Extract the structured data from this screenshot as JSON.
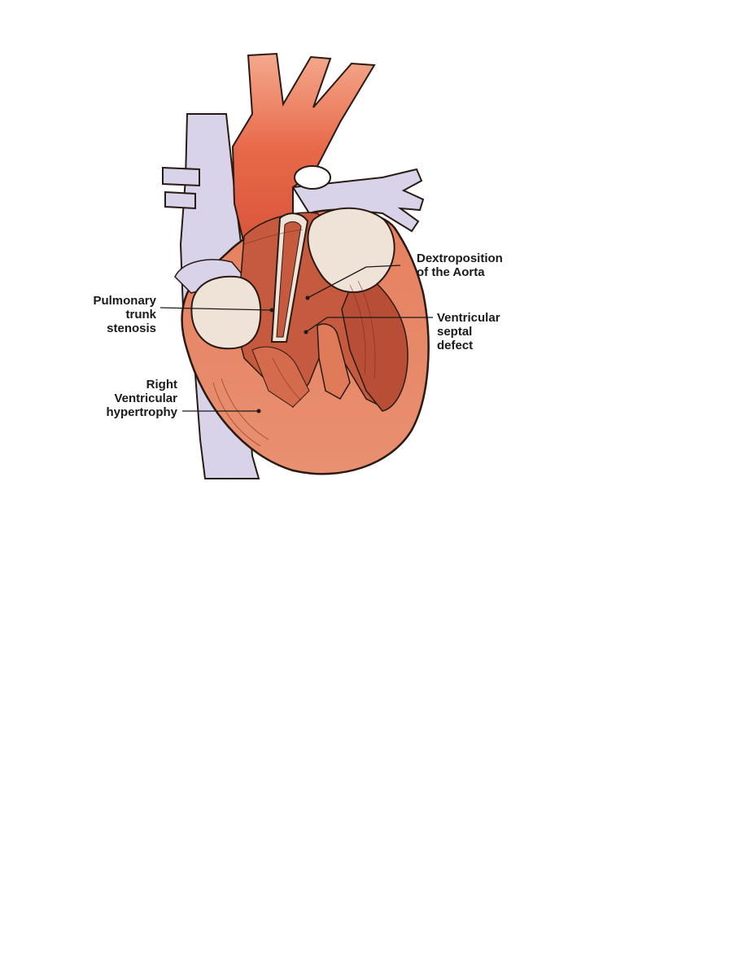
{
  "diagram": {
    "labels": {
      "pulmonary_stenosis": [
        "Pulmonary",
        "trunk",
        "stenosis"
      ],
      "rv_hypertrophy": [
        "Right",
        "Ventricular",
        "hypertrophy"
      ],
      "dextroposition": [
        "Dextroposition",
        "of the Aorta"
      ],
      "vsd": [
        "Ventricular",
        "septal",
        "defect"
      ]
    },
    "colors": {
      "aorta": "#e86a48",
      "myocardium": "#e07b5a",
      "chamber": "#c65a3e",
      "vein": "#d9d3ea",
      "valve": "#efe2d6",
      "outline": "#2a1a14"
    }
  }
}
